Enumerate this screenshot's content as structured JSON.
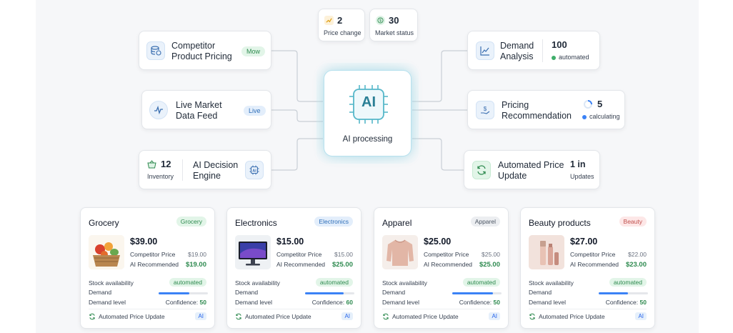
{
  "top_stats": [
    {
      "value": "2",
      "label": "Price change",
      "icon": "trend-up-icon"
    },
    {
      "value": "30",
      "label": "Market status",
      "icon": "dollar-circle-icon"
    }
  ],
  "center": {
    "chip_label": "AI",
    "label": "AI processing"
  },
  "left_nodes": {
    "competitor": {
      "title_line1": "Competitor",
      "title_line2": "Product Pricing",
      "badge": "Mow",
      "icon": "database-dollar-icon"
    },
    "market_feed": {
      "title_line1": "Live Market",
      "title_line2": "Data Feed",
      "badge": "Live",
      "icon": "pulse-icon"
    },
    "decision": {
      "count": "12",
      "count_label": "Inventory",
      "title_line1": "AI Decision",
      "title_line2": "Engine",
      "icon": "ai-chip-icon",
      "count_icon": "basket-icon"
    }
  },
  "right_nodes": {
    "demand": {
      "title_line1": "Demand",
      "title_line2": "Analysis",
      "value": "100",
      "status": "automated",
      "icon": "chart-line-icon"
    },
    "pricing": {
      "title_line1": "Pricing",
      "title_line2": "Recommendation",
      "value": "5",
      "status": "calculating",
      "icon": "hand-dollar-icon"
    },
    "update": {
      "title_line1": "Automated Price",
      "title_line2": "Update",
      "value": "1 in",
      "status": "Updates",
      "icon": "refresh-icon"
    }
  },
  "colors": {
    "accent": "#2e8a4f",
    "blue": "#3b82f6",
    "glow": "#bfe3f5"
  },
  "product_labels": {
    "competitor_price": "Competitor Price",
    "ai_recommended": "AI Recommended",
    "stock": "Stock availability",
    "demand": "Demand",
    "demand_level": "Demand level",
    "confidence": "Confidence:",
    "automated": "automated",
    "footer": "Automated Price Update",
    "ai_badge": "AI"
  },
  "products": [
    {
      "name": "Grocery",
      "tag": "Grocery",
      "tag_bg": "#e2f5e8",
      "tag_color": "#2e8a4f",
      "price": "$39.00",
      "competitor": "$19.00",
      "recommended": "$19.00",
      "demand_bar": 0.62,
      "confidence": "50",
      "image": "vegetables-basket-image"
    },
    {
      "name": "Electronics",
      "tag": "Electronics",
      "tag_bg": "#e3eefb",
      "tag_color": "#2f6fb8",
      "price": "$15.00",
      "competitor": "$15.00",
      "recommended": "$25.00",
      "demand_bar": 0.78,
      "confidence": "60",
      "image": "monitor-image"
    },
    {
      "name": "Apparel",
      "tag": "Apparel",
      "tag_bg": "#eceef1",
      "tag_color": "#4b5563",
      "price": "$25.00",
      "competitor": "$25.00",
      "recommended": "$25.00",
      "demand_bar": 0.82,
      "confidence": "50",
      "image": "sweater-image"
    },
    {
      "name": "Beauty products",
      "tag": "Beauty",
      "tag_bg": "#fde7e7",
      "tag_color": "#c0504d",
      "price": "$27.00",
      "competitor": "$22.00",
      "recommended": "$23.00",
      "demand_bar": 0.6,
      "confidence": "50",
      "image": "cosmetics-image"
    }
  ]
}
